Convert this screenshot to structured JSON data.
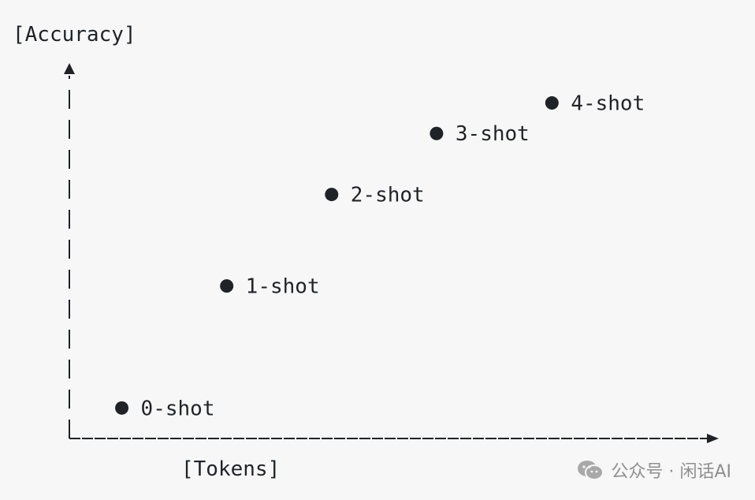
{
  "chart_data": {
    "type": "scatter",
    "xlabel": "[Tokens]",
    "ylabel": "[Accuracy]",
    "points": [
      {
        "label": "0-shot",
        "x": 1,
        "y": 1
      },
      {
        "label": "1-shot",
        "x": 2,
        "y": 5
      },
      {
        "label": "2-shot",
        "x": 3,
        "y": 8
      },
      {
        "label": "3-shot",
        "x": 4,
        "y": 10
      },
      {
        "label": "4-shot",
        "x": 5.1,
        "y": 11
      }
    ],
    "xlim": [
      0.5,
      6.6
    ],
    "ylim": [
      0,
      12.1
    ],
    "grid": false,
    "legend": "none",
    "colors": {
      "marker": "#1f2328",
      "axis": "#1f2328"
    }
  },
  "watermark": {
    "text": "公众号 · 闲话AI",
    "icon": "wechat-icon"
  }
}
